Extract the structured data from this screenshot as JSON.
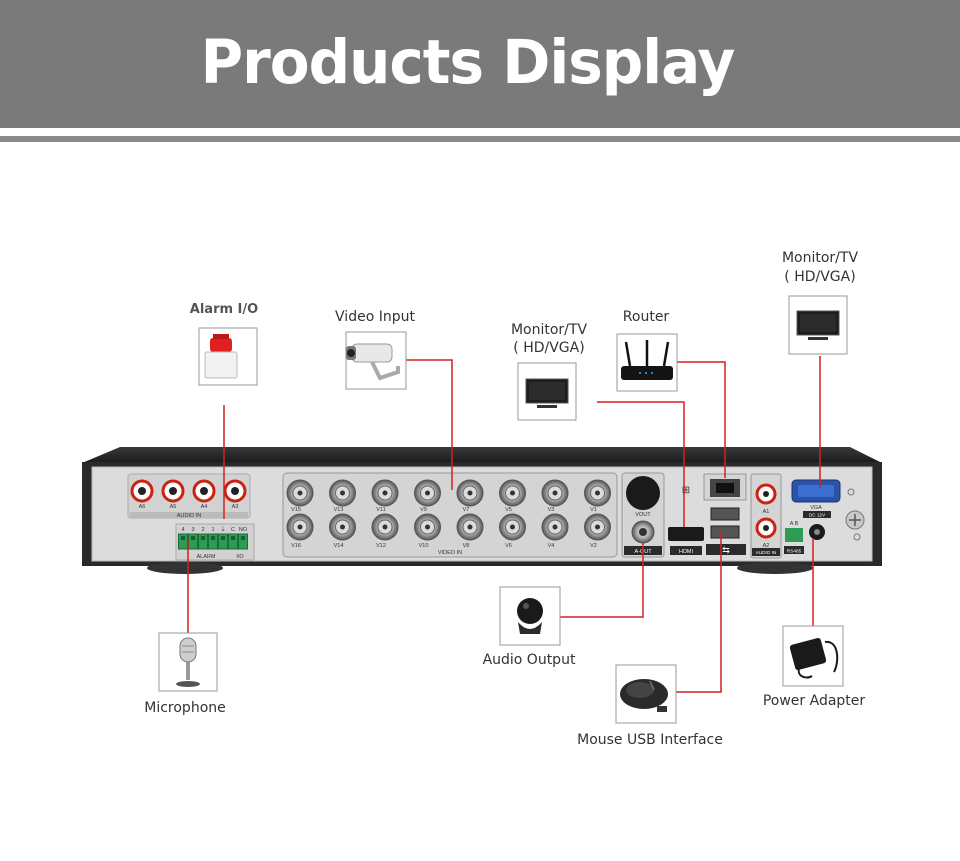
{
  "title": "Products Display",
  "labels": {
    "alarm": "Alarm I/O",
    "video_input": "Video Input",
    "monitor_center": "Monitor/TV",
    "monitor_center_sub": "( HD/VGA)",
    "router": "Router",
    "monitor_right": "Monitor/TV",
    "monitor_right_sub": "( HD/VGA)",
    "microphone": "Microphone",
    "audio_output": "Audio Output",
    "mouse": "Mouse USB Interface",
    "power": "Power Adapter"
  },
  "panel": {
    "audio_in_ports": [
      "A6",
      "A5",
      "A4",
      "A3"
    ],
    "audio_in_label": "AUDIO IN",
    "alarm_pins": [
      "4",
      "3",
      "2",
      "1",
      "⏚",
      "C",
      "NO"
    ],
    "alarm_label": "ALARM",
    "io_label": "I/O",
    "video_top": [
      "V15",
      "V13",
      "V11",
      "V9",
      "V7",
      "V5",
      "V3",
      "V1"
    ],
    "video_bottom": [
      "V16",
      "V14",
      "V12",
      "V10",
      "V8",
      "V6",
      "V4",
      "V2"
    ],
    "video_in_label": "VIDEO IN",
    "vout_label": "VOUT",
    "aout_label": "A-OUT",
    "hdmi_label": "HDMI",
    "a1_label": "A1",
    "a2_label": "A2",
    "audio_in2_label": "AUDIO IN",
    "vga_label": "VGA",
    "dc_label": "DC 12V",
    "ab_label": "A  B",
    "rs485_label": "RS485"
  },
  "colors": {
    "banner": "#7a7a7a",
    "wire": "#d22020",
    "panel": "#dcdcdc",
    "chassis": "#2a2a2a"
  }
}
